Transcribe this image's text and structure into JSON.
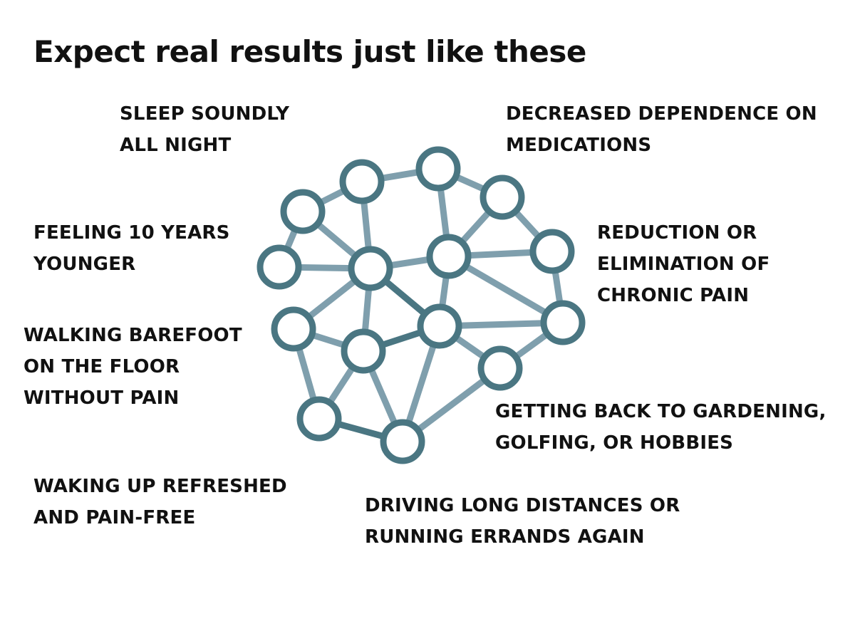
{
  "title": "Expect real results just like these",
  "labels": [
    "SLEEP SOUNDLY\nALL NIGHT",
    "DECREASED DEPENDENCE ON\nMEDICATIONS",
    "FEELING 10 YEARS\nYOUNGER",
    "REDUCTION OR\nELIMINATION OF\nCHRONIC PAIN",
    "WALKING BAREFOOT\nON THE FLOOR\nWITHOUT PAIN",
    "GETTING BACK TO GARDENING,\nGOLFING, OR HOBBIES",
    "WAKING UP REFRESHED\nAND PAIN-FREE",
    "DRIVING LONG DISTANCES OR\nRUNNING ERRANDS AGAIN"
  ],
  "colors": {
    "node": "#4a7682",
    "edge": "#7f9fad",
    "edge_dark": "#4a7682"
  }
}
